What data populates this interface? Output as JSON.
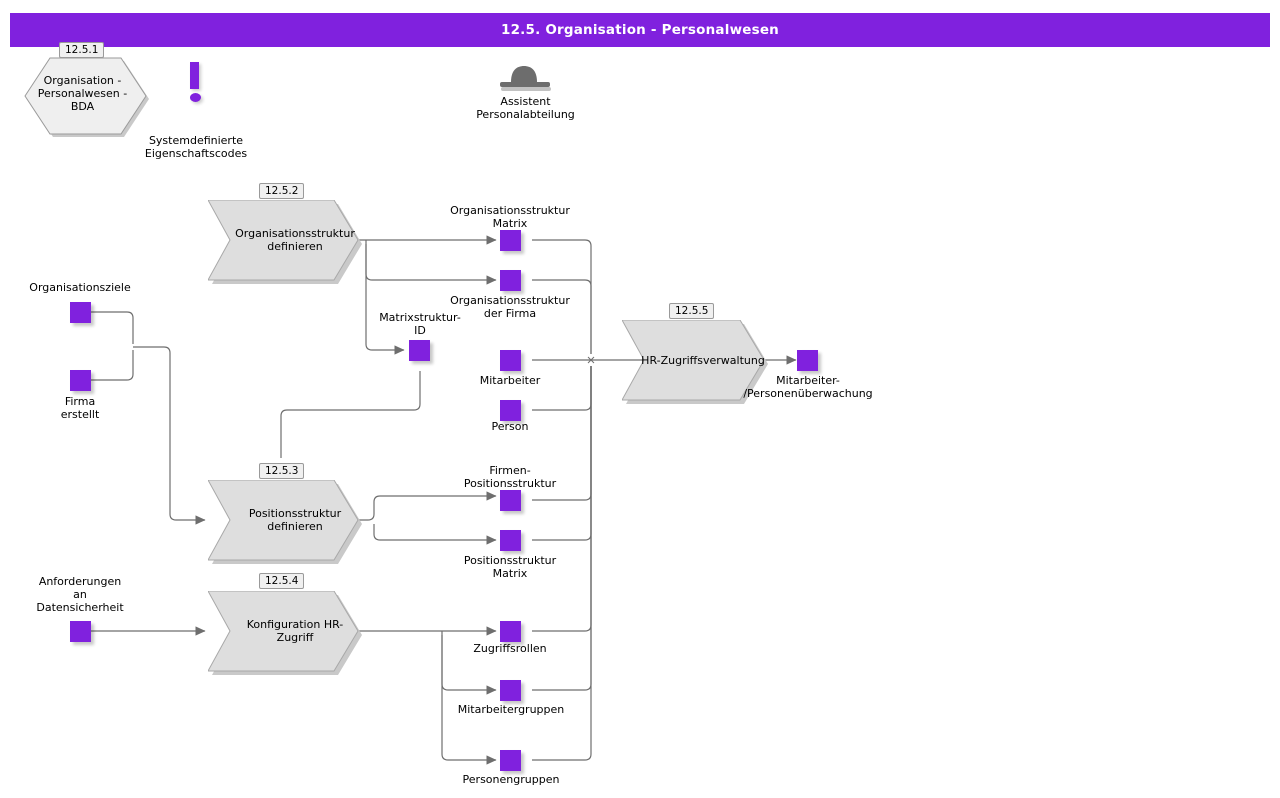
{
  "header": {
    "title": "12.5. Organisation - Personalwesen",
    "bg": "#8021de",
    "fg": "#ffffff"
  },
  "colors": {
    "accent": "#8021de",
    "process_fill": "#dedede",
    "process_stroke": "#8a8a8a",
    "line": "#6e6e6e",
    "tag_fill": "#f0f0f0"
  },
  "nodes": {
    "hexagon": {
      "tag": "12.5.1",
      "label": "Organisation -\nPersonalwesen -\nBDA"
    },
    "exclamation": {
      "label": "Systemdefinierte\nEigenschaftscodes",
      "icon": "exclamation-mark-icon"
    },
    "assistant": {
      "label": "Assistent\nPersonalabteilung",
      "icon": "bowler-hat-icon"
    },
    "p2": {
      "tag": "12.5.2",
      "label": "Organisationsstruktur\ndefinieren"
    },
    "p3": {
      "tag": "12.5.3",
      "label": "Positionsstruktur\ndefinieren"
    },
    "p4": {
      "tag": "12.5.4",
      "label": "Konfiguration HR-\nZugriff"
    },
    "p5": {
      "tag": "12.5.5",
      "label": "HR-Zugriffsverwaltung"
    }
  },
  "data_objects": [
    {
      "id": "organisationsziele",
      "label": "Organisationsziele",
      "label_pos": "above"
    },
    {
      "id": "firma-erstellt",
      "label": "Firma\nerstellt",
      "label_pos": "below"
    },
    {
      "id": "anforderungen",
      "label": "Anforderungen\nan\nDatensicherheit",
      "label_pos": "above"
    },
    {
      "id": "org-struktur-matrix",
      "label": "Organisationsstruktur\nMatrix",
      "label_pos": "above"
    },
    {
      "id": "org-struktur-firma",
      "label": "Organisationsstruktur\nder Firma",
      "label_pos": "below"
    },
    {
      "id": "matrixstruktur-id",
      "label": "Matrixstruktur-\nID",
      "label_pos": "above"
    },
    {
      "id": "mitarbeiter",
      "label": "Mitarbeiter",
      "label_pos": "below"
    },
    {
      "id": "person",
      "label": "Person",
      "label_pos": "below"
    },
    {
      "id": "firmen-positionsstruktur",
      "label": "Firmen-\nPositionsstruktur",
      "label_pos": "above"
    },
    {
      "id": "positionsstruktur-matrix",
      "label": "Positionsstruktur\nMatrix",
      "label_pos": "below"
    },
    {
      "id": "zugriffsrollen",
      "label": "Zugriffsrollen",
      "label_pos": "below"
    },
    {
      "id": "mitarbeitergruppen",
      "label": "Mitarbeitergruppen",
      "label_pos": "below"
    },
    {
      "id": "personengruppen",
      "label": "Personengruppen",
      "label_pos": "below"
    },
    {
      "id": "mitarbeiter-ueberwachung",
      "label": "Mitarbeiter-\n/Personenüberwachung",
      "label_pos": "below"
    }
  ]
}
